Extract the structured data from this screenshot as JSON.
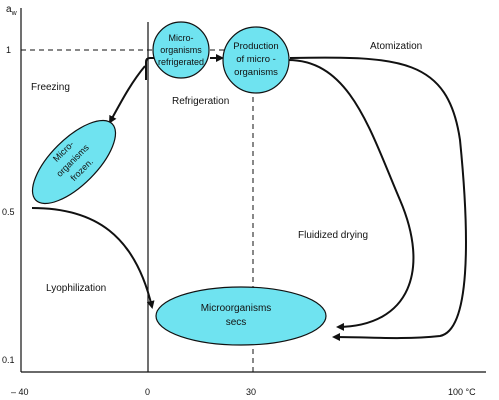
{
  "axis": {
    "y_label_main": "a",
    "y_label_sub": "w",
    "y_ticks": [
      "1",
      "0.5",
      "0.1"
    ],
    "x_ticks": [
      "– 40",
      "0",
      "30",
      "100 °C"
    ]
  },
  "regions": {
    "freezing": "Freezing",
    "refrigeration": "Refrigeration",
    "atomization": "Atomization",
    "fluidized": "Fluidized drying",
    "lyophilization": "Lyophilization"
  },
  "nodes": {
    "refrigerated": [
      "Micro-",
      "organisms",
      "refrigerated"
    ],
    "production": [
      "Production",
      "of micro -",
      "organisms"
    ],
    "frozen": [
      "Micro-",
      "organisms",
      "frozen."
    ],
    "dry": [
      "Microorganisms",
      "secs"
    ]
  },
  "colors": {
    "node_fill": "#6fe3f0",
    "line": "#111111"
  }
}
